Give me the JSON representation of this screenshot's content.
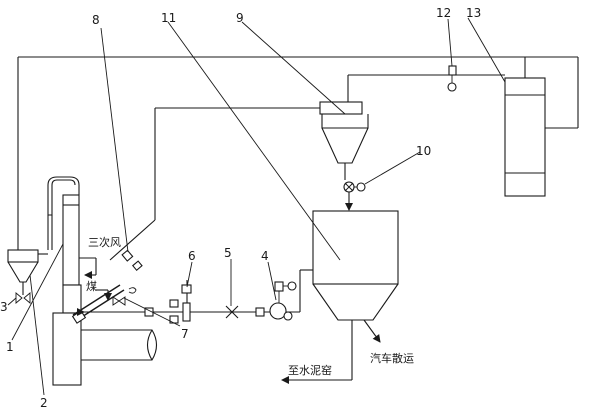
{
  "callouts": {
    "n1": "1",
    "n2": "2",
    "n3": "3",
    "n4": "4",
    "n5": "5",
    "n6": "6",
    "n7": "7",
    "n8": "8",
    "n9": "9",
    "n10": "10",
    "n11": "11",
    "n12": "12",
    "n13": "13"
  },
  "labels": {
    "tertiary_air": "三次风",
    "coal": "煤",
    "truck_transport": "汽车散运",
    "to_cement_kiln": "至水泥窑"
  }
}
